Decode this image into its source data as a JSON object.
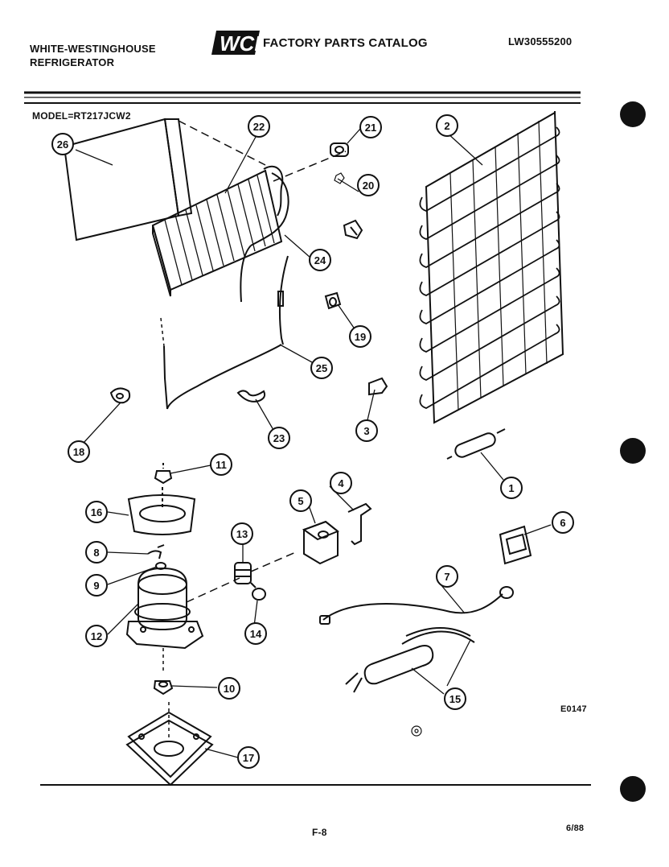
{
  "header": {
    "brand_line1": "WHITE-WESTINGHOUSE",
    "brand_line2": "REFRIGERATOR",
    "logo_text": "WCI",
    "catalog_title": "FACTORY PARTS CATALOG",
    "catalog_number": "LW30555200"
  },
  "model_label": "MODEL=RT217JCW2",
  "callouts": {
    "c1": "1",
    "c2": "2",
    "c3": "3",
    "c4": "4",
    "c5": "5",
    "c6": "6",
    "c7": "7",
    "c8": "8",
    "c9": "9",
    "c10": "10",
    "c11": "11",
    "c12": "12",
    "c13": "13",
    "c14": "14",
    "c15": "15",
    "c16": "16",
    "c17": "17",
    "c18": "18",
    "c19": "19",
    "c20": "20",
    "c21": "21",
    "c22": "22",
    "c23": "23",
    "c24": "24",
    "c25": "25",
    "c26": "26"
  },
  "diagram_code": "E0147",
  "footer": {
    "page": "F-8",
    "date": "6/88"
  }
}
